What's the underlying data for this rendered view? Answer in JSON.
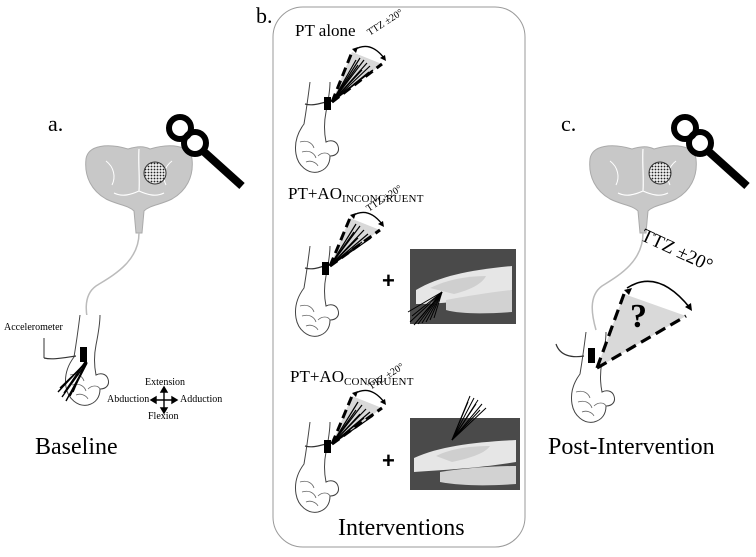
{
  "panels": {
    "a": {
      "letter": "a.",
      "caption": "Baseline"
    },
    "b": {
      "letter": "b.",
      "caption": "Interventions"
    },
    "c": {
      "letter": "c.",
      "caption": "Post-Intervention"
    }
  },
  "baseline": {
    "accelerometer_label": "Accelerometer",
    "directions": {
      "extension": "Extension",
      "flexion": "Flexion",
      "abduction": "Abduction",
      "adduction": "Adduction"
    }
  },
  "interventions": {
    "pt_alone": {
      "title": "PT alone"
    },
    "pt_ao_incongruent": {
      "title_main": "PT+AO",
      "title_sub": "INCONGRUENT"
    },
    "pt_ao_congruent": {
      "title_main": "PT+AO",
      "title_sub": "CONGRUENT"
    },
    "ttz_label": "TTZ ±20°",
    "plus": "+"
  },
  "post": {
    "ttz_label": "TTZ ±20°",
    "question_mark": "?"
  },
  "colors": {
    "brain_fill": "#c8c8c8",
    "coil": "#000000",
    "wedge_fill": "#d9d9d9",
    "photo_bg": "#4a4a4a",
    "panel_border": "#9a9a9a"
  }
}
